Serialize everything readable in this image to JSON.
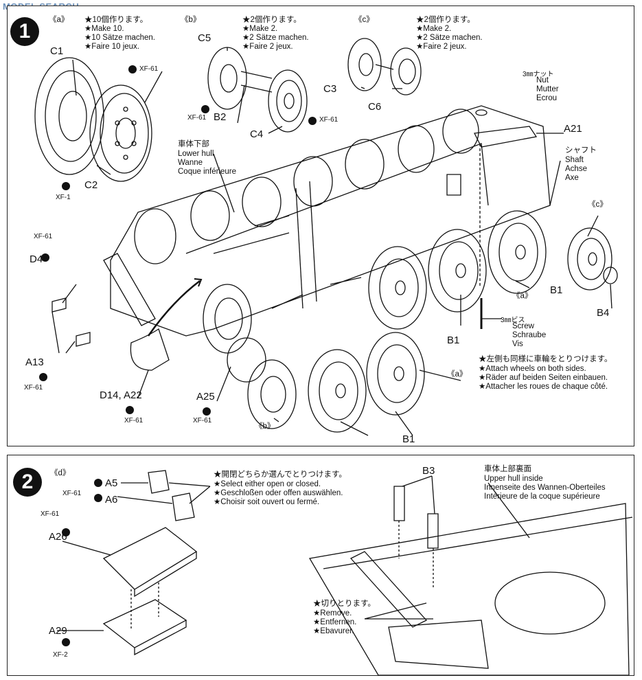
{
  "watermark": "MODEL SEARCH",
  "step1": {
    "number": "1",
    "group_a": {
      "tag": "《a》",
      "lines": [
        "★10個作ります。",
        "★Make 10.",
        "★10 Sätze machen.",
        "★Faire 10 jeux."
      ]
    },
    "group_b": {
      "tag": "《b》",
      "lines": [
        "★2個作ります。",
        "★Make 2.",
        "★2 Sätze machen.",
        "★Faire 2 jeux."
      ]
    },
    "group_c": {
      "tag": "《c》",
      "lines": [
        "★2個作ります。",
        "★Make 2.",
        "★2 Sätze machen.",
        "★Faire 2 jeux."
      ]
    },
    "parts": {
      "c1": "C1",
      "c2": "C2",
      "c5": "C5",
      "b2": "B2",
      "c4": "C4",
      "c3": "C3",
      "c6": "C6",
      "a21": "A21",
      "d4": "D4",
      "a13": "A13",
      "d14_a22": "D14, A22",
      "a25": "A25",
      "b1": "B1",
      "b4": "B4"
    },
    "paint": {
      "xf61": "XF-61",
      "xf1": "XF-1"
    },
    "lower_hull": [
      "車体下部",
      "Lower hull",
      "Wanne",
      "Coque inférieure"
    ],
    "nut": [
      "3㎜ナット",
      "Nut",
      "Mutter",
      "Ecrou"
    ],
    "shaft": [
      "シャフト",
      "Shaft",
      "Achse",
      "Axe"
    ],
    "screw": [
      "3㎜ビス",
      "Screw",
      "Schraube",
      "Vis"
    ],
    "both_sides": [
      "★左側も同様に車輪をとりつけます。",
      "★Attach wheels on both sides.",
      "★Räder auf beiden Seiten einbauen.",
      "★Attacher les roues de chaque côté."
    ],
    "tag_a": "《a》",
    "tag_b": "《b》",
    "tag_c": "《c》"
  },
  "step2": {
    "number": "2",
    "tag_d": "《d》",
    "parts": {
      "a5": "A5",
      "a6": "A6",
      "a26": "A26",
      "a29": "A29",
      "b3": "B3"
    },
    "paint": {
      "xf61": "XF-61",
      "xf2": "XF-2"
    },
    "select": [
      "★開閉どちらか選んでとりつけます。",
      "★Select either open or closed.",
      "★Geschloßen oder offen auswählen.",
      "★Choisir soit ouvert ou fermé."
    ],
    "upper_hull": [
      "車体上部裏面",
      "Upper hull inside",
      "Innenseite des Wannen-Oberteiles",
      "Intérieure de la coque supérieure"
    ],
    "remove": [
      "★切りとります。",
      "★Remove.",
      "★Entfernen.",
      "★Ebavurer."
    ]
  }
}
